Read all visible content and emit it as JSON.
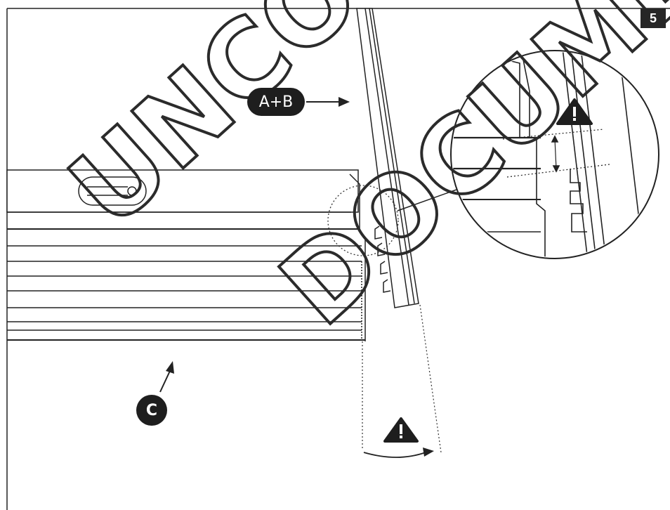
{
  "step_number": "5",
  "labels": {
    "part_ab": "A+B",
    "part_c": "C"
  },
  "icons": {
    "warning_top": "warning-triangle-icon",
    "warning_bottom": "warning-triangle-icon"
  },
  "watermark": {
    "word_1": "UNCON",
    "word_2": "DOCUME"
  },
  "colors": {
    "ink": "#1e1e1e",
    "watermark": "#2b2b2b"
  }
}
